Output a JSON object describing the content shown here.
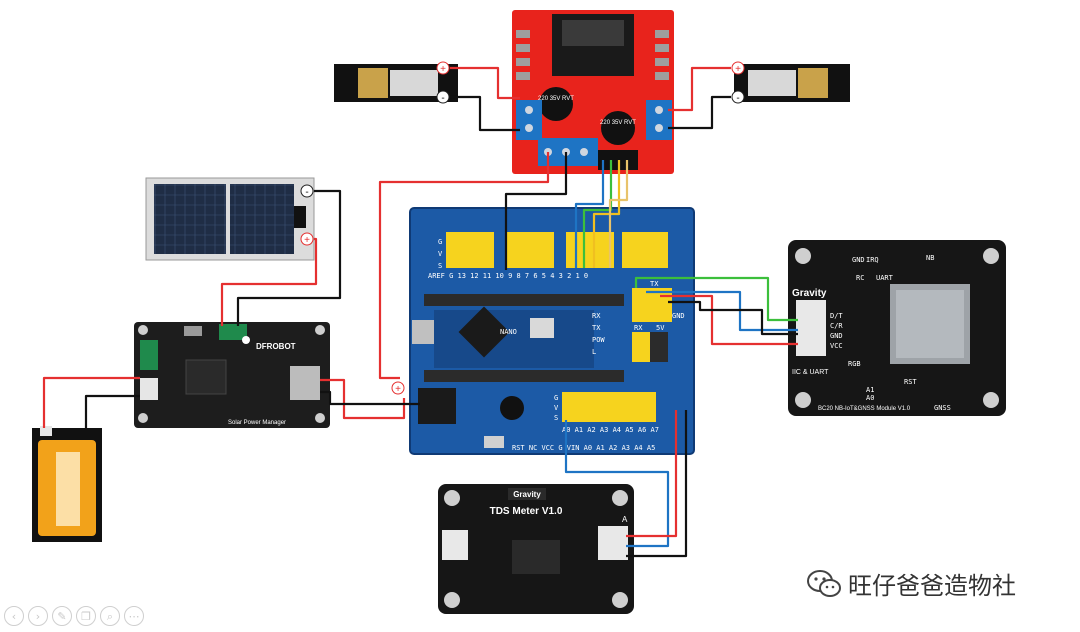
{
  "motor_driver": {
    "chip_label": ""
  },
  "electrolytic_caps": [
    "220 35V RVT",
    "220 35V RVT"
  ],
  "motor_poles": {
    "plus": "+",
    "minus": "-"
  },
  "solar_panel": {
    "plus": "+",
    "minus": "-"
  },
  "solar_power_manager": {
    "brand": "DFROBOT",
    "name": "Solar Power Manager"
  },
  "io_shield": {
    "top_rows": [
      "G",
      "V",
      "S"
    ],
    "top_numbers": "AREF G 13 12    11 10  9  8    7  6  5  4    3  2  1  0",
    "bottom_pins": "RST NC VCC G VIN   A0 A1 A2 A3 A4 A5",
    "analog_rows": [
      "G",
      "V",
      "S"
    ],
    "analog_header": "A0 A1 A2 A3 A4 A5 A6 A7",
    "uart_labels": [
      "TX",
      "RX",
      "5V",
      "GND"
    ],
    "power_plus": "+"
  },
  "nano": {
    "label": "NANO",
    "leds": [
      "RX",
      "TX",
      "POW",
      "L"
    ]
  },
  "nb_iot_module": {
    "gravity": "Gravity",
    "pins": [
      "D/T",
      "C/R",
      "GND",
      "VCC"
    ],
    "interface": "IIC & UART",
    "name": "BC20 NB-IoT&GNSS Module V1.0",
    "labels": [
      "GND",
      "IRQ",
      "NB",
      "UART",
      "RC",
      "RGB",
      "RST",
      "A1",
      "A0",
      "GNSS"
    ]
  },
  "tds_meter": {
    "gravity": "Gravity",
    "name": "TDS Meter V1.0",
    "connector": "A"
  },
  "battery": {
    "label": ""
  },
  "toolbar_icons": [
    "circle-left-icon",
    "circle-right-icon",
    "pen-icon",
    "copy-icon",
    "search-icon",
    "more-icon"
  ],
  "toolbar_glyphs": [
    "‹",
    "›",
    "✎",
    "❐",
    "⌕",
    "⋯"
  ],
  "watermark": {
    "icon": "wechat-icon",
    "text": "旺仔爸爸造物社"
  }
}
